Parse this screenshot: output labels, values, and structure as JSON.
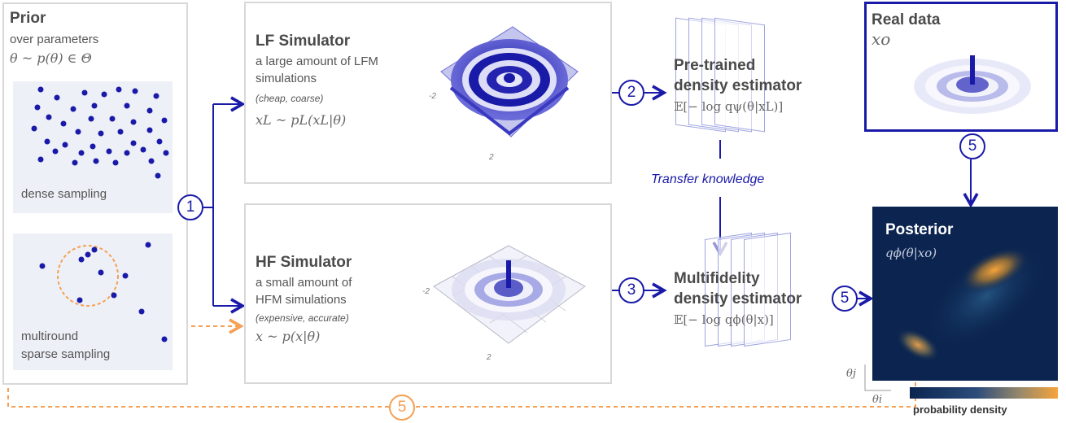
{
  "prior": {
    "title": "Prior",
    "subtitle": "over parameters",
    "formula": "θ ~ p(θ) ∈ Θ",
    "dense_label": "dense sampling",
    "sparse_label_1": "multiround",
    "sparse_label_2": "sparse sampling"
  },
  "lf": {
    "title": "LF Simulator",
    "line1": "a large amount of LFM",
    "line2": "simulations",
    "note": "(cheap, coarse)",
    "formula": "xL ~ pL(xL|θ)",
    "tick_left": "-2",
    "tick_bottom": "2"
  },
  "hf": {
    "title": "HF Simulator",
    "line1": "a small amount of",
    "line2": "HFM simulations",
    "note": "(expensive, accurate)",
    "formula": "x ~ p(x|θ)",
    "tick_left": "-2",
    "tick_bottom": "2"
  },
  "pretrained": {
    "title1": "Pre-trained",
    "title2": "density estimator",
    "formula": "𝔼[− log qψ(θ|xL)]"
  },
  "multifidelity": {
    "title1": "Multifidelity",
    "title2": "density estimator",
    "formula": "𝔼[− log qϕ(θ|x)]"
  },
  "transfer": "Transfer knowledge",
  "real_data": {
    "title": "Real data",
    "symbol": "xo"
  },
  "posterior": {
    "title": "Posterior",
    "formula": "qϕ(θ|xo)"
  },
  "axes": {
    "theta_j": "θj",
    "theta_i": "θi"
  },
  "colorbar_label": "probability density",
  "steps": {
    "one": "1",
    "two": "2",
    "three": "3",
    "five_real": "5",
    "five_mf": "5",
    "five_loop": "5"
  },
  "colors": {
    "navy": "#1a1aa8",
    "orange": "#f5a054",
    "posterior_bg": "#0b2550"
  }
}
